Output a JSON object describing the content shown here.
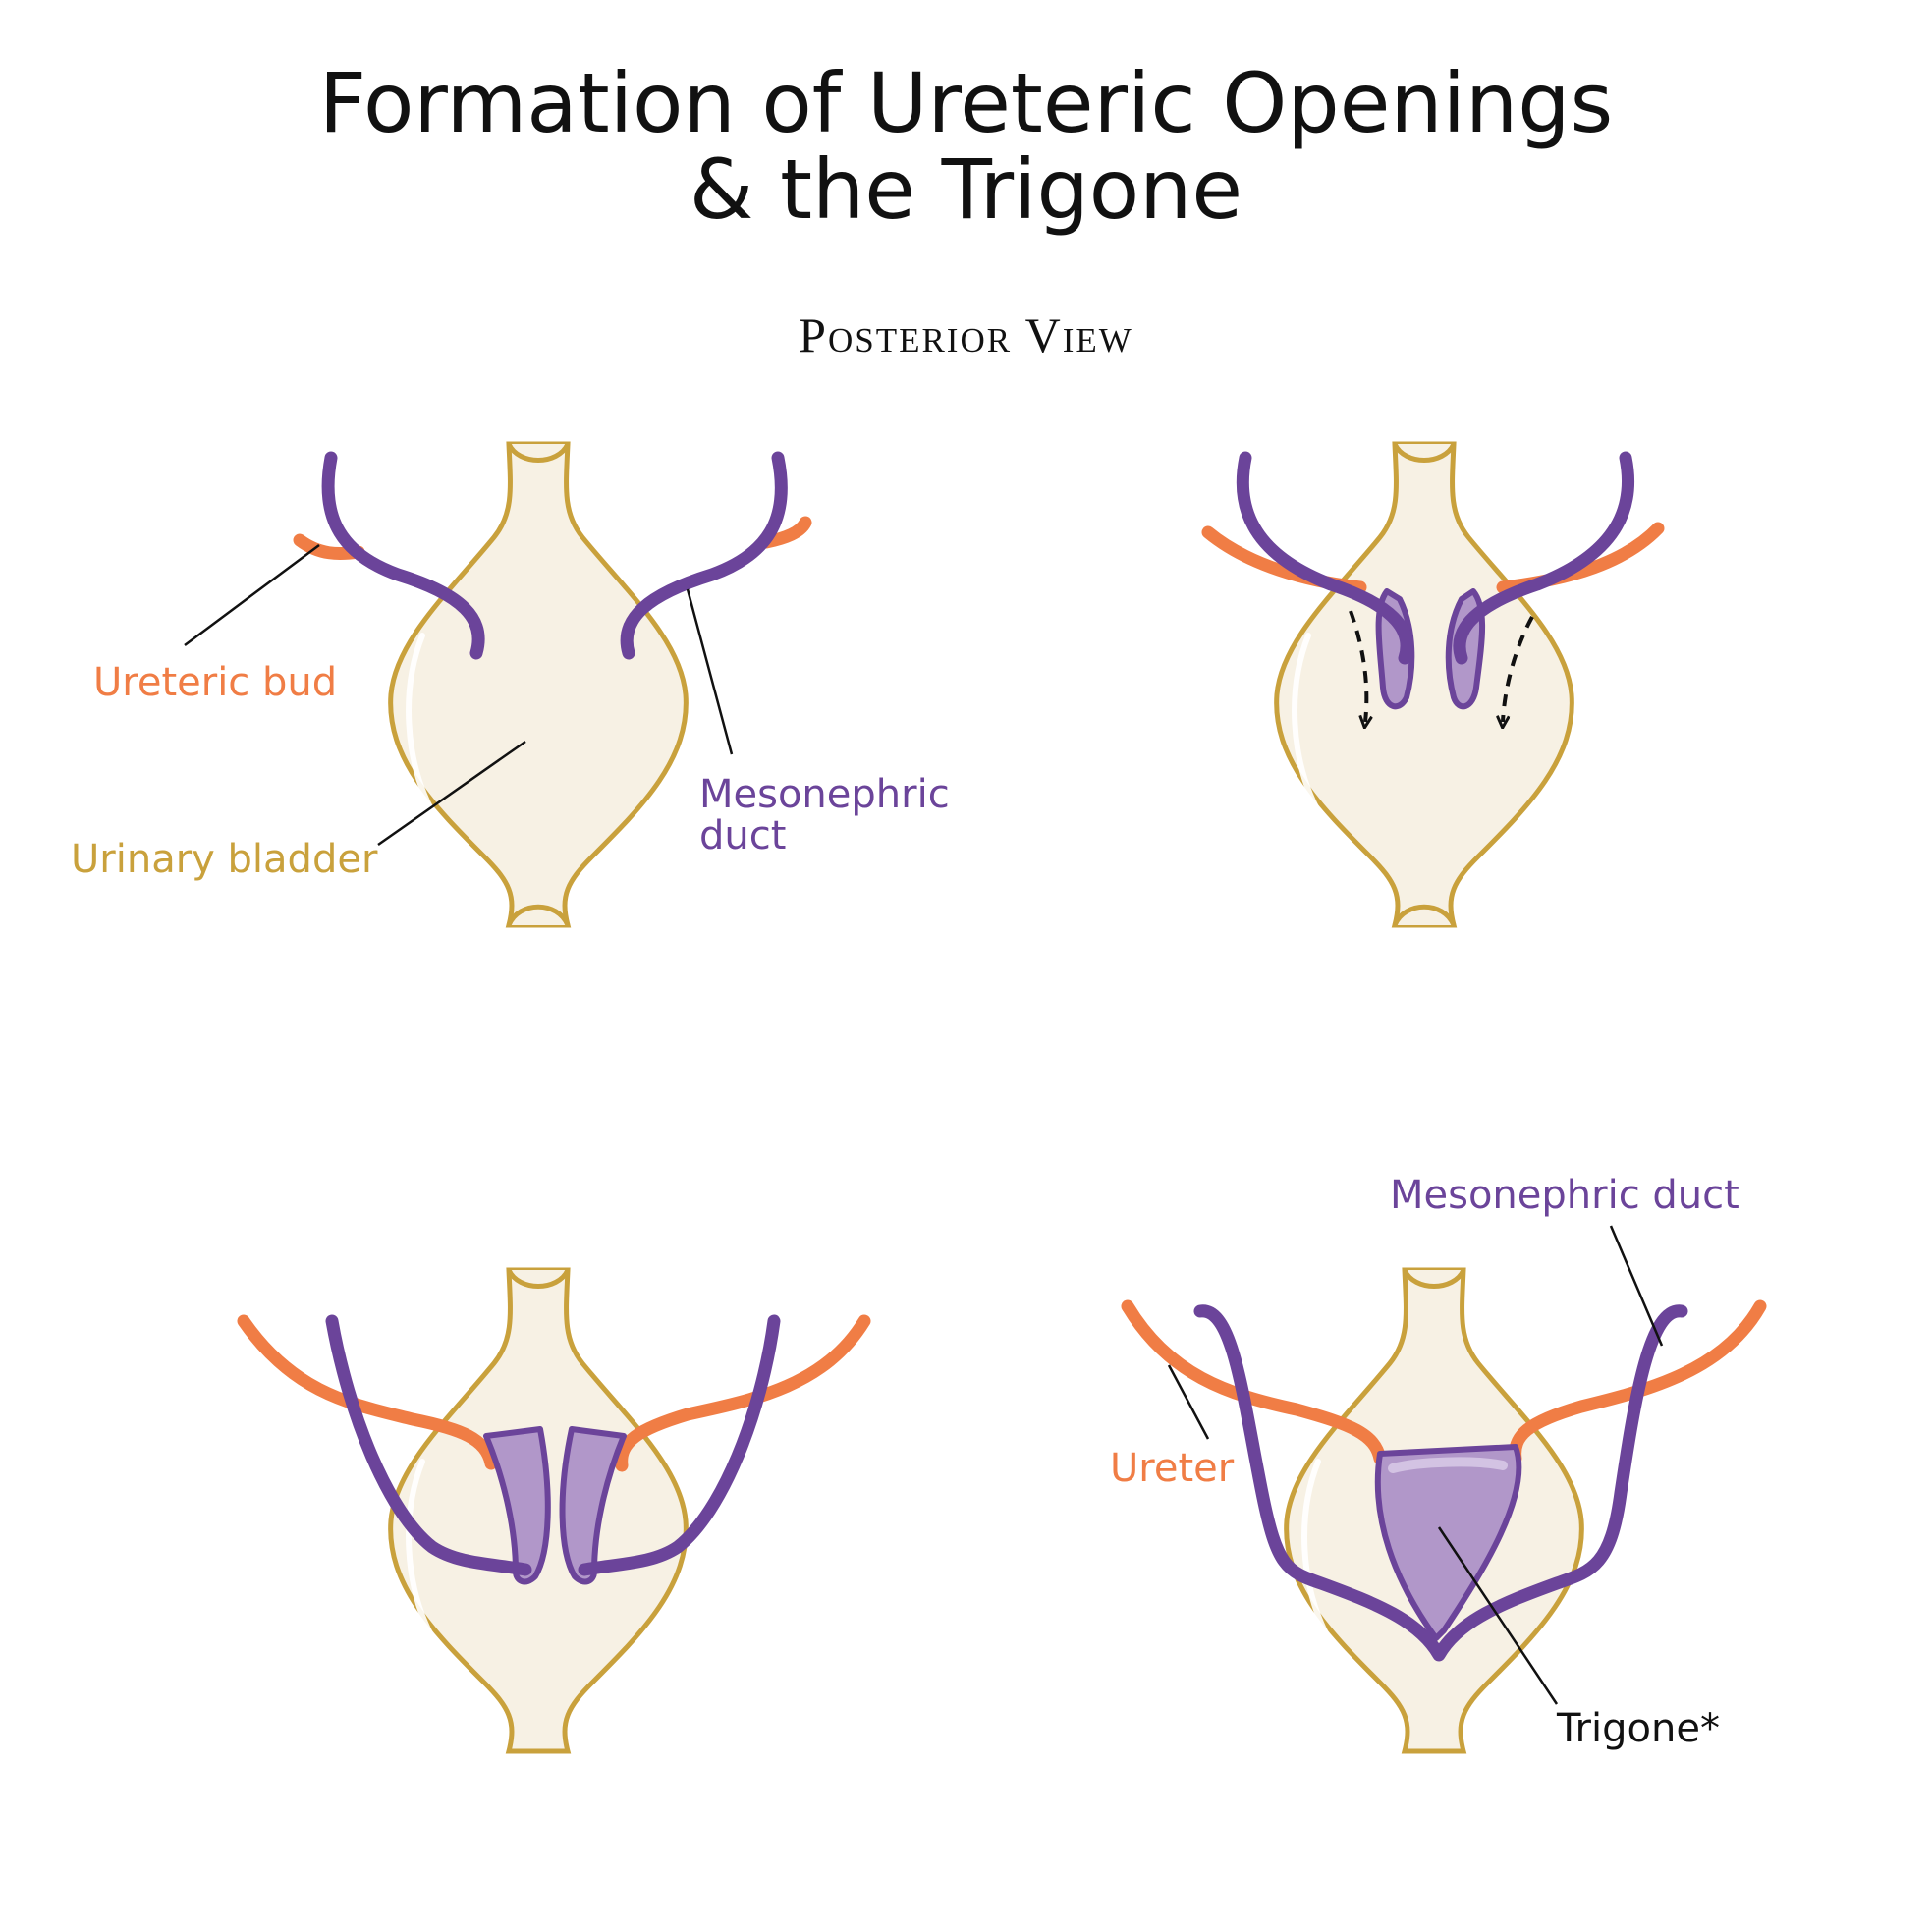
{
  "title_line1": "Formation of Ureteric Openings",
  "title_line2": "& the Trigone",
  "subtitle": "Posterior View",
  "labels": {
    "ureteric_bud": "Ureteric bud",
    "urinary_bladder": "Urinary bladder",
    "mesonephric_duct_line1": "Mesonephric",
    "mesonephric_duct_line2": "duct",
    "mesonephric_duct": "Mesonephric duct",
    "ureter": "Ureter",
    "trigone": "Trigone*"
  },
  "colors": {
    "ureteric_bud": "#f07d45",
    "urinary_bladder": "#c9a13c",
    "mesonephric_duct": "#6b449a",
    "trigone_fill": "#b197c9",
    "bladder_fill": "#f7f1e4"
  }
}
